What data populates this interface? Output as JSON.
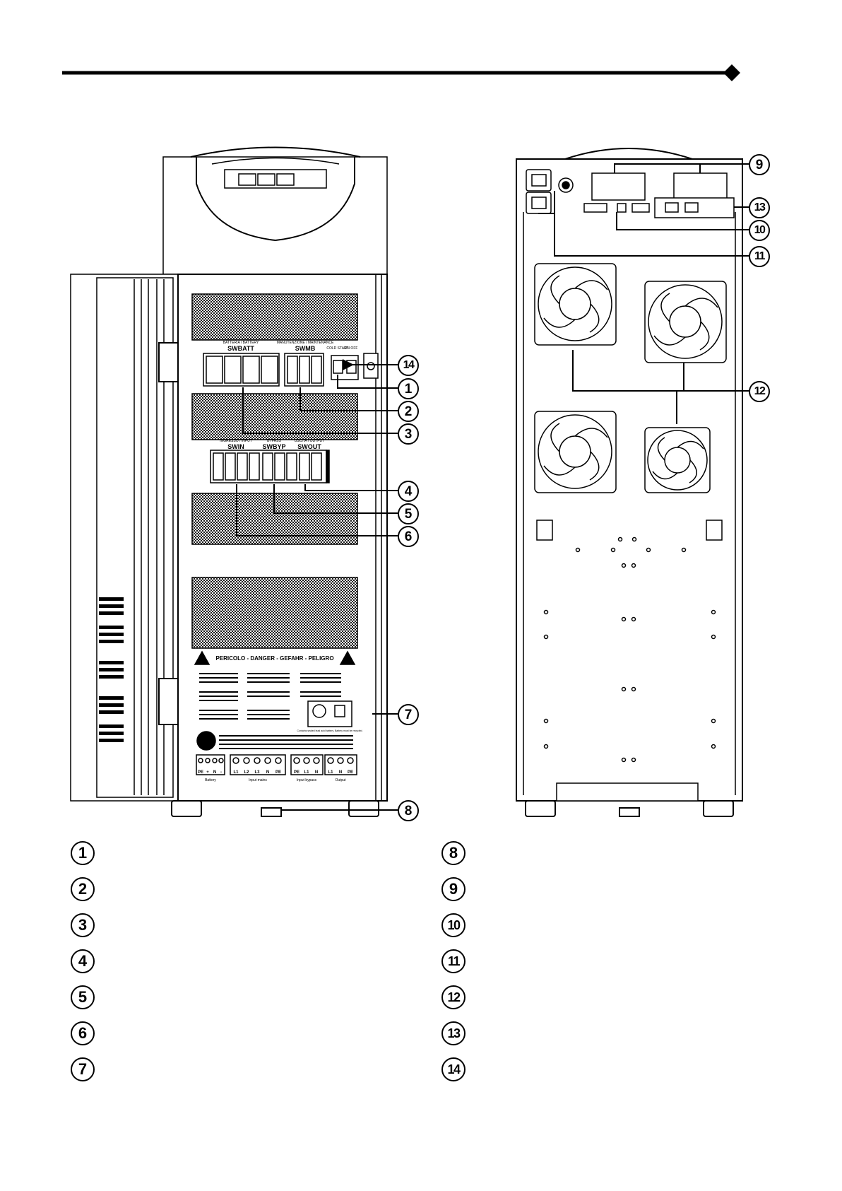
{
  "callouts": [
    "1",
    "2",
    "3",
    "4",
    "5",
    "6",
    "7",
    "8",
    "9",
    "10",
    "11",
    "12",
    "13",
    "14"
  ],
  "front_view": {
    "switch_groups": [
      {
        "label": "SWBATT",
        "sublabel": "BATTERIA / BATTERY"
      },
      {
        "label": "SWMB",
        "sublabel": "MANUTENZIONE / MAINTENANCE"
      },
      {
        "label": "SWIN",
        "sublabel": "INGRESSO / INPUT"
      },
      {
        "label": "SWBYP",
        "sublabel": "BYPASS"
      },
      {
        "label": "SWOUT",
        "sublabel": "USCITA / OUTPUT"
      }
    ],
    "cold_start_label": "COLD START",
    "on_off_label": "ON OFF",
    "warning_title": "PERICOLO - DANGER - GEFAHR - PELIGRO",
    "battery_note": "Contains sealed lead acid battery. Battery must be recycled.",
    "terminal_labels": [
      "PE",
      "+",
      "N",
      "-",
      "L1",
      "L2",
      "L3",
      "N",
      "PE",
      "PE",
      "L1",
      "N",
      "L1",
      "N",
      "PE"
    ],
    "terminal_groups": [
      "Battery",
      "Input mains",
      "Input bypass",
      "Output"
    ]
  },
  "legend": {
    "left": [
      {
        "num": "1",
        "text": ""
      },
      {
        "num": "2",
        "text": ""
      },
      {
        "num": "3",
        "text": ""
      },
      {
        "num": "4",
        "text": ""
      },
      {
        "num": "5",
        "text": ""
      },
      {
        "num": "6",
        "text": ""
      },
      {
        "num": "7",
        "text": ""
      }
    ],
    "right": [
      {
        "num": "8",
        "text": ""
      },
      {
        "num": "9",
        "text": ""
      },
      {
        "num": "10",
        "text": ""
      },
      {
        "num": "11",
        "text": ""
      },
      {
        "num": "12",
        "text": ""
      },
      {
        "num": "13",
        "text": ""
      },
      {
        "num": "14",
        "text": ""
      }
    ]
  }
}
